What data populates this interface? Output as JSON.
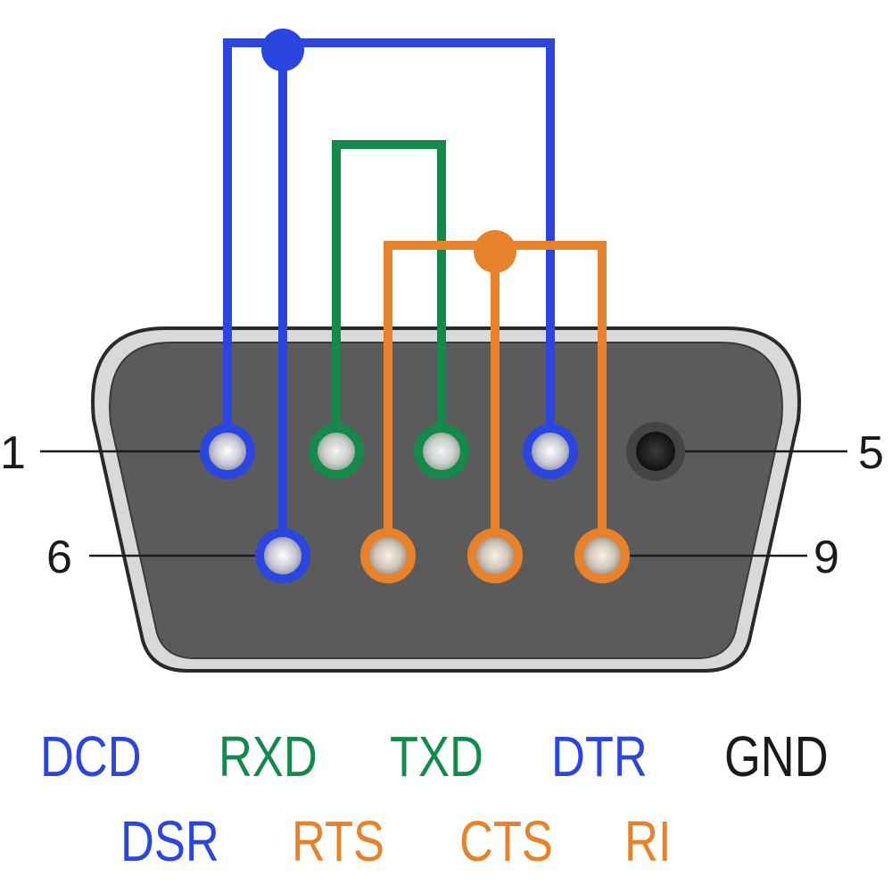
{
  "colors": {
    "blue": "#2a45e0",
    "green": "#138a4a",
    "orange": "#e8822a",
    "black": "#1a1a1a",
    "shell_fill": "#5b5b5b",
    "shell_rim": "#d4d4d4"
  },
  "pin_numbers": {
    "top_left": "1",
    "top_right": "5",
    "bottom_left": "6",
    "bottom_right": "9"
  },
  "signals": {
    "top_row": [
      {
        "label": "DCD",
        "color": "blue"
      },
      {
        "label": "RXD",
        "color": "green"
      },
      {
        "label": "TXD",
        "color": "green"
      },
      {
        "label": "DTR",
        "color": "blue"
      },
      {
        "label": "GND",
        "color": "black"
      }
    ],
    "bottom_row": [
      {
        "label": "DSR",
        "color": "blue"
      },
      {
        "label": "RTS",
        "color": "orange"
      },
      {
        "label": "CTS",
        "color": "orange"
      },
      {
        "label": "RI",
        "color": "orange"
      }
    ]
  }
}
